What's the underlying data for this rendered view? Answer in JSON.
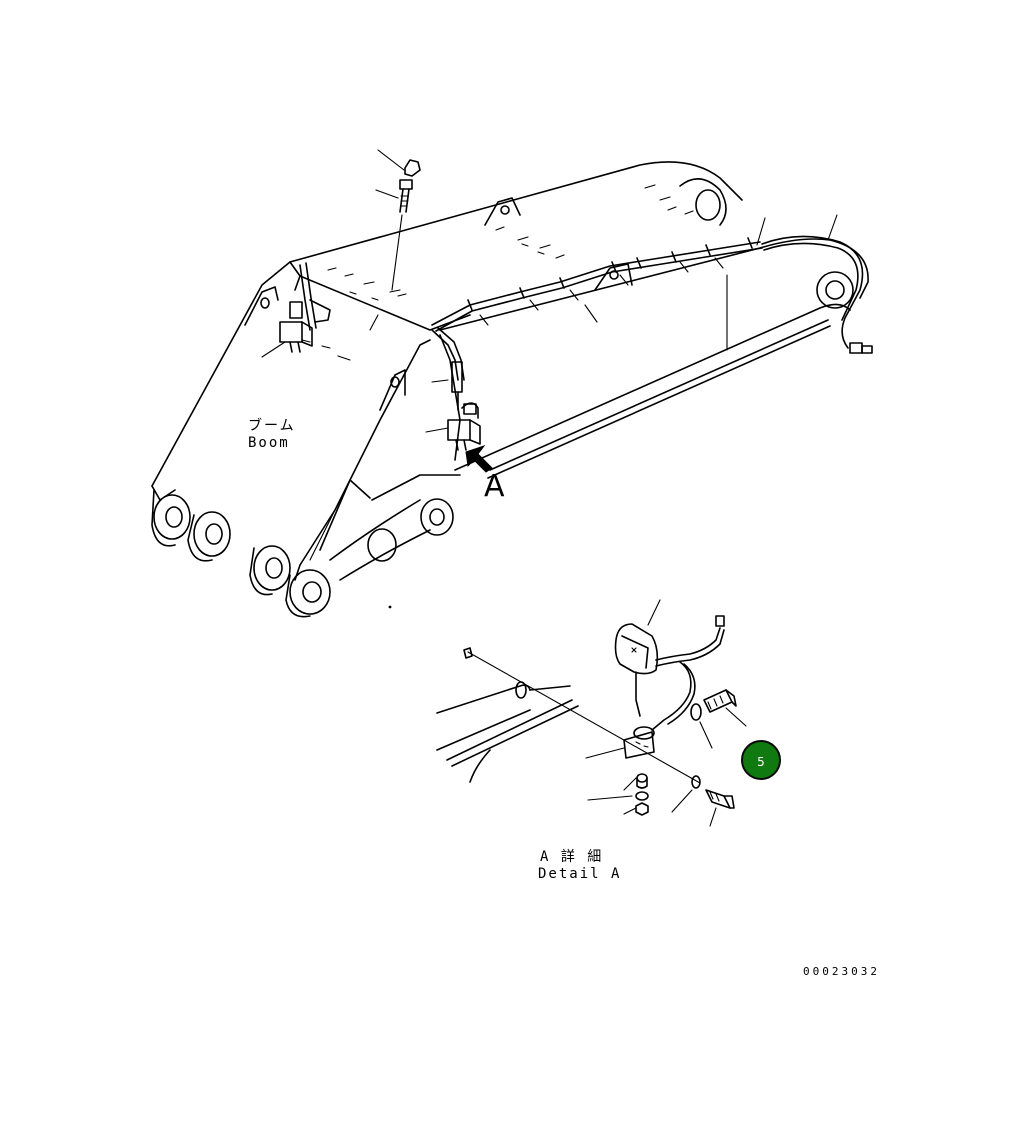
{
  "boom_label": {
    "jp": "ブーム",
    "en": "Boom"
  },
  "view_marker": "A",
  "detail_label": {
    "jp": "A 詳 細",
    "en": "Detail A"
  },
  "drawing_number": "00023032",
  "callout": {
    "number": "5",
    "color": "#0f7a0f"
  }
}
